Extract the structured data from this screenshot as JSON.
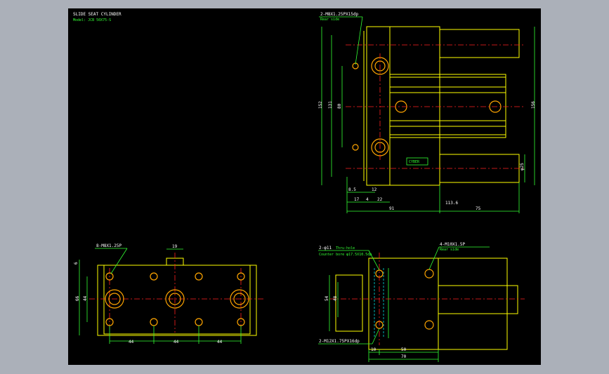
{
  "title_block": {
    "title": "SLIDE SEAT CYLINDER",
    "model": "Model: JCB 50X75-S"
  },
  "top_right_view": {
    "callout_top": "2-M8X1.25PX15dp",
    "callout_top_sub": "Rear side",
    "nameplate": "CYBER",
    "dims_vertical": [
      "152",
      "131",
      "80",
      "156",
      "φ25"
    ],
    "dims_bottom_row1": [
      "8.5",
      "12"
    ],
    "dims_bottom_row2": [
      "17",
      "4",
      "22"
    ],
    "dims_bottom_row3": [
      "91",
      "113.6",
      "75"
    ]
  },
  "bottom_left_view": {
    "callout": "8-M8X1.25P",
    "dim_top": "19",
    "dim_left_outer": "6",
    "dims_vertical": [
      "66",
      "44"
    ],
    "dims_bottom": [
      "44",
      "44",
      "44"
    ]
  },
  "bottom_right_view": {
    "callout_left": "2-φ11",
    "callout_left_suffix": "Thru-hole",
    "callout_left_sub": "Counter bore φ17.5X10.5dp",
    "callout_right": "4-M10X1.5P",
    "callout_right_sub": "Rear side",
    "callout_bottom": "2-M12X1.75PX16dp",
    "dims_vertical": [
      "54",
      "48"
    ],
    "dims_bottom": [
      "10",
      "50",
      "70"
    ]
  }
}
